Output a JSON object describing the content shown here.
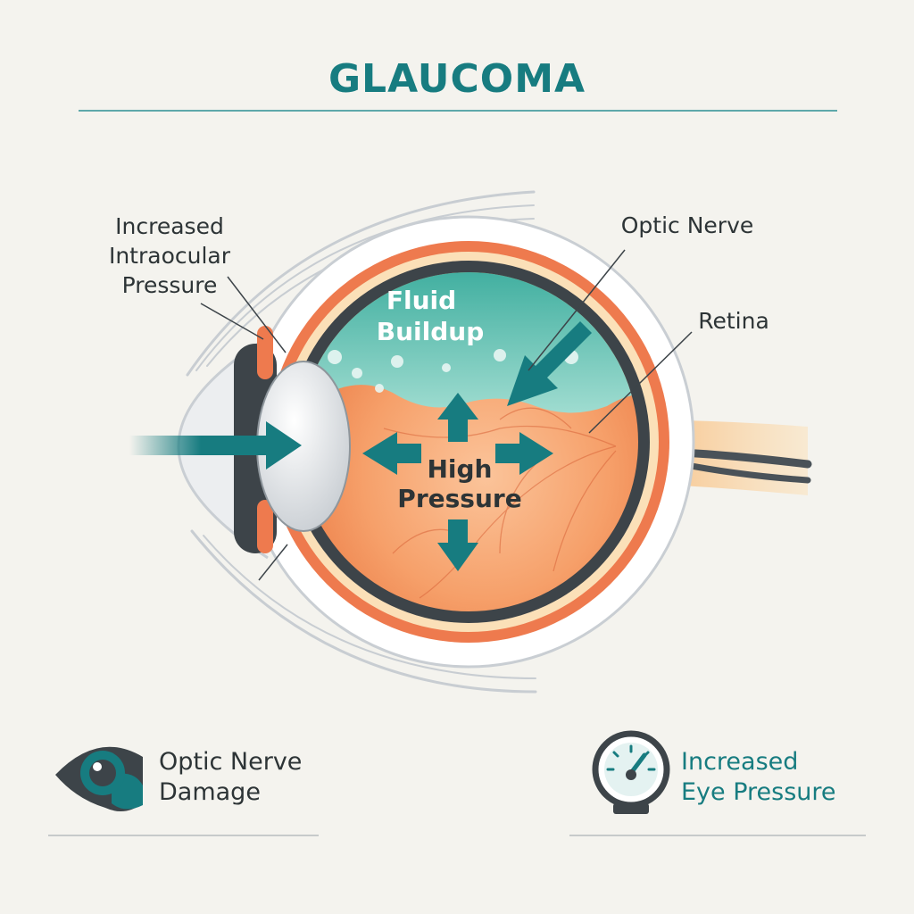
{
  "title": "GLAUCOMA",
  "callouts": {
    "pressure_line1": "Increased",
    "pressure_line2": "Intraocular",
    "pressure_line3": "Pressure",
    "optic_nerve": "Optic Nerve",
    "retina": "Retina"
  },
  "inside": {
    "fluid_line1": "Fluid",
    "fluid_line2": "Buildup",
    "high_line1": "High",
    "high_line2": "Pressure"
  },
  "legend": [
    {
      "icon": "eye-icon",
      "line1": "Optic Nerve",
      "line2": "Damage",
      "color": "#2d3436"
    },
    {
      "icon": "pressure-gauge-icon",
      "line1": "Increased",
      "line2": "Eye Pressure",
      "color": "#177c80"
    }
  ],
  "colors": {
    "accent_teal": "#177c80",
    "fluid": "#5fc2b4",
    "eye_orange": "#f0965a",
    "sclera_outer": "#ee7a4e",
    "nerve_yellow": "#f7c88c"
  }
}
